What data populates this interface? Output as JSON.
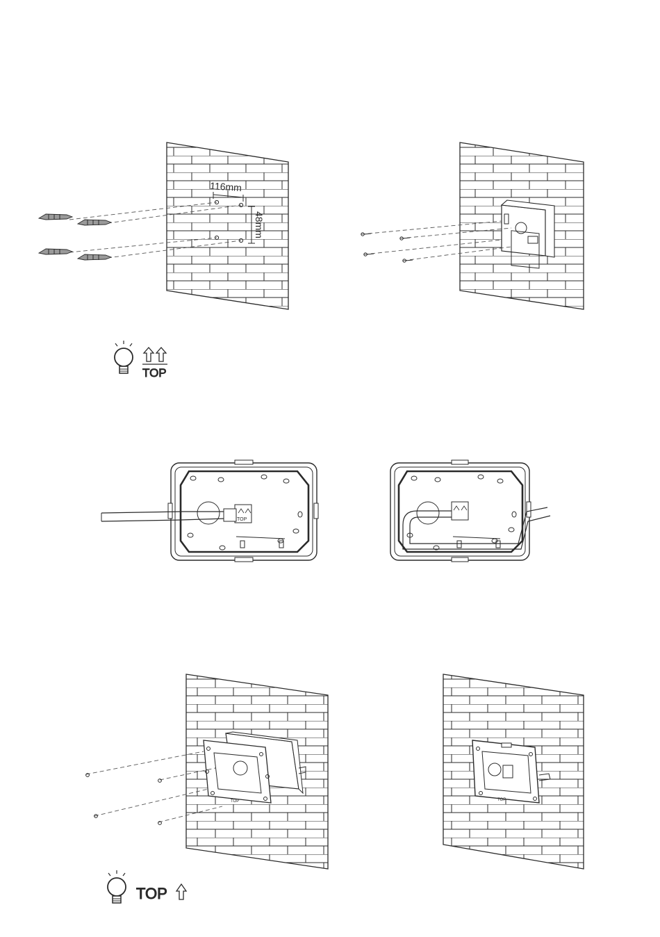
{
  "step1": {
    "dimension_width": "116mm",
    "dimension_height": "48mm"
  },
  "tip1": {
    "top_label": "TOP"
  },
  "step3": {
    "box_label": "TOP"
  },
  "step5": {
    "plate_label": "TOP"
  },
  "step6": {
    "plate_label": "TOP"
  },
  "tip2": {
    "top_label": "TOP"
  },
  "colors": {
    "line": "#2a2a2a",
    "wall_bg": "#ffffff",
    "screw_fill": "#8a8a8a"
  }
}
